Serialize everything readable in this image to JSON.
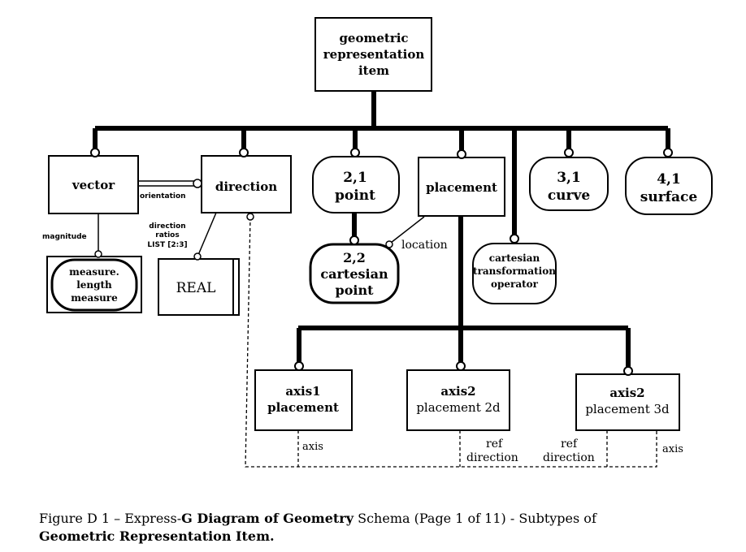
{
  "nodes": {
    "geometric_representation_item": [
      "geometric",
      "representation",
      "item"
    ],
    "vector": [
      "vector"
    ],
    "direction": [
      "direction"
    ],
    "point": [
      "2,1",
      "point"
    ],
    "placement": [
      "placement"
    ],
    "curve": [
      "3,1",
      "curve"
    ],
    "surface": [
      "4,1",
      "surface"
    ],
    "measure_length_measure": [
      "measure.",
      "length",
      "measure"
    ],
    "real": [
      "REAL"
    ],
    "cartesian_point": [
      "2,2",
      "cartesian",
      "point"
    ],
    "cartesian_transformation_operator": [
      "cartesian",
      "transformation",
      "operator"
    ],
    "axis1_placement": [
      "axis1",
      "placement"
    ],
    "axis2_placement_2d": [
      "axis2",
      "placement 2d"
    ],
    "axis2_placement_3d": [
      "axis2",
      "placement 3d"
    ]
  },
  "relations": {
    "orientation": "orientation",
    "magnitude": "magnitude",
    "direction_ratios": [
      "direction",
      "ratios",
      "LIST [2:3]"
    ],
    "location": "location",
    "axis_1": "axis",
    "ref_direction_2d": [
      "ref",
      "direction"
    ],
    "ref_direction_3d": [
      "ref",
      "direction"
    ],
    "axis_3d": "axis"
  },
  "caption": {
    "line1_a": "Figure D 1 – Express-",
    "line1_b": "G Diagram of Geometry",
    "line1_c": " Schema (Page 1 of 11) - Subtypes of",
    "line2": "Geometric Representation Item."
  }
}
